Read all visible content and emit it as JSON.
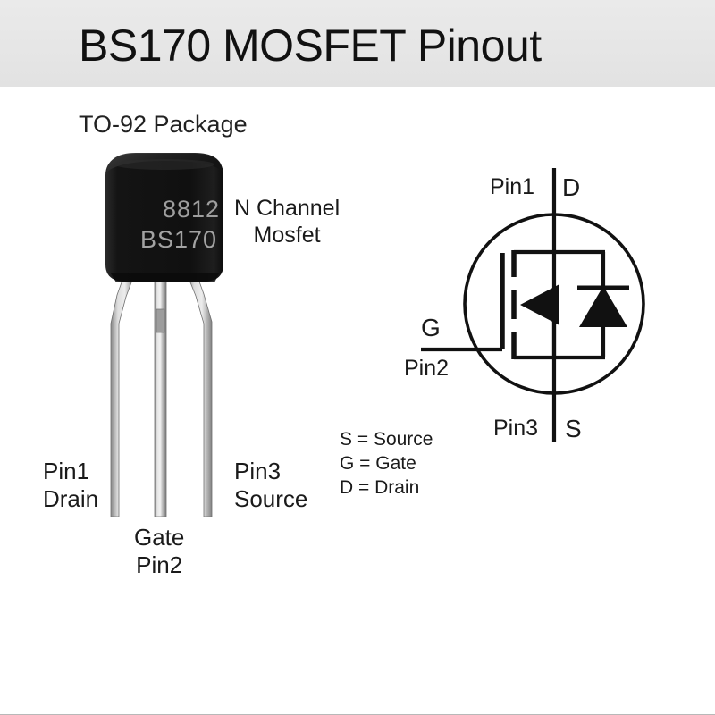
{
  "header": {
    "title": "BS170 MOSFET Pinout",
    "background_color": "#e6e6e6",
    "text_color": "#111111"
  },
  "photo": {
    "package_caption": "TO-92 Package",
    "device_marking_line1": "8812",
    "device_marking_line2": "BS170",
    "device_type_line1": "N Channel",
    "device_type_line2": "Mosfet",
    "body_color": "#161616",
    "marking_color": "#9a9a9a",
    "lead_color": "#b9b9b9",
    "pins": [
      {
        "number": "Pin1",
        "function": "Drain"
      },
      {
        "number": "Pin3",
        "function": "Source"
      },
      {
        "number": "Gate",
        "function": "Pin2"
      }
    ]
  },
  "schematic": {
    "drain_pin_label": "Pin1",
    "drain_terminal": "D",
    "gate_terminal": "G",
    "gate_pin_label": "Pin2",
    "source_pin_label": "Pin3",
    "source_terminal": "S",
    "line_color": "#111111",
    "symbol_type": "n-channel-mosfet"
  },
  "legend": {
    "items": [
      "S = Source",
      "G = Gate",
      "D = Drain"
    ]
  }
}
